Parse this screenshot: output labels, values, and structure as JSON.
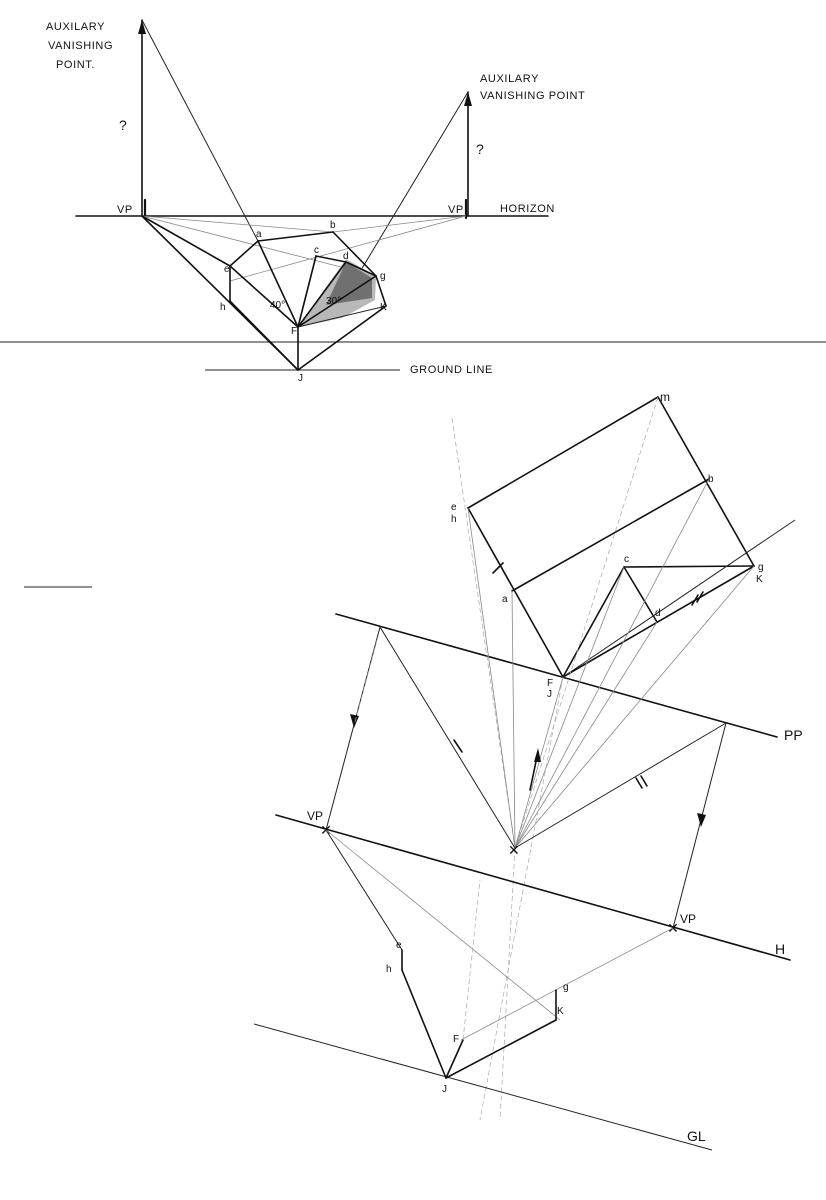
{
  "top": {
    "aux_left": [
      "AUXILARY",
      "VANISHING",
      "POINT."
    ],
    "aux_right": [
      "AUXILARY",
      "VANISHING POINT"
    ],
    "question_left": "?",
    "question_right": "?",
    "vp_left": "VP",
    "vp_right": "VP",
    "horizon": "HORIZON",
    "ground_line": "GROUND LINE",
    "angle_left": "40°",
    "angle_right": "30°",
    "points": {
      "a": "a",
      "b": "b",
      "c": "c",
      "d": "d",
      "e": "e",
      "h": "h",
      "g": "g",
      "k": "K",
      "f": "F",
      "j": "J"
    }
  },
  "plan": {
    "points": {
      "m": "m",
      "b": "b",
      "eh": [
        "e",
        "h"
      ],
      "a": "a",
      "c": "c",
      "gk": [
        "g",
        "K"
      ],
      "d": "d",
      "fj": [
        "F",
        "J"
      ]
    },
    "pp": "PP"
  },
  "lower": {
    "vp_left": "VP",
    "vp_right": "VP",
    "h": "H",
    "gl": "GL",
    "points": {
      "e": "e",
      "h": "h",
      "g": "g",
      "k": "K",
      "f": "F",
      "j": "J"
    }
  }
}
